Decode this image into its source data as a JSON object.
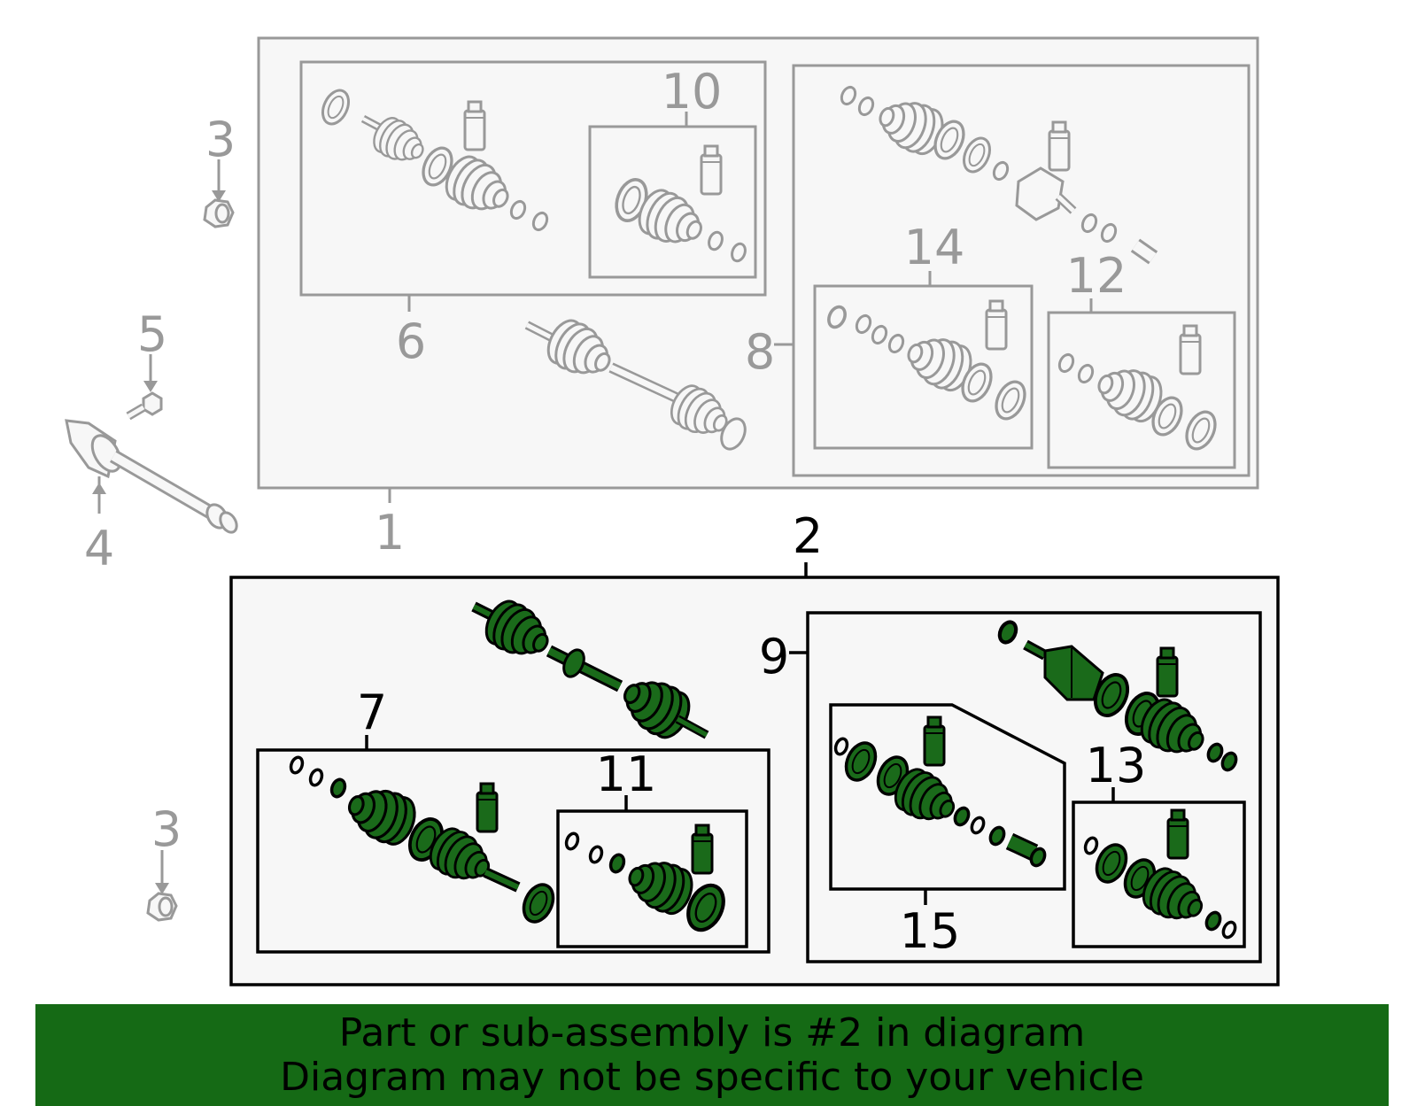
{
  "colors": {
    "inactive": "#999999",
    "panel": "#f7f7f7",
    "highlight_fill": "#1a6a1a",
    "highlight_stroke": "#000000",
    "banner_bg": "#156a15"
  },
  "callouts": {
    "c1": "1",
    "c2": "2",
    "c3a": "3",
    "c3b": "3",
    "c4": "4",
    "c5": "5",
    "c6": "6",
    "c7": "7",
    "c8": "8",
    "c9": "9",
    "c10": "10",
    "c11": "11",
    "c12": "12",
    "c13": "13",
    "c14": "14",
    "c15": "15"
  },
  "highlighted_part": "2",
  "banner": {
    "line1": "Part or sub-assembly is #2 in diagram",
    "line2": "Diagram may not be specific to your vehicle"
  }
}
